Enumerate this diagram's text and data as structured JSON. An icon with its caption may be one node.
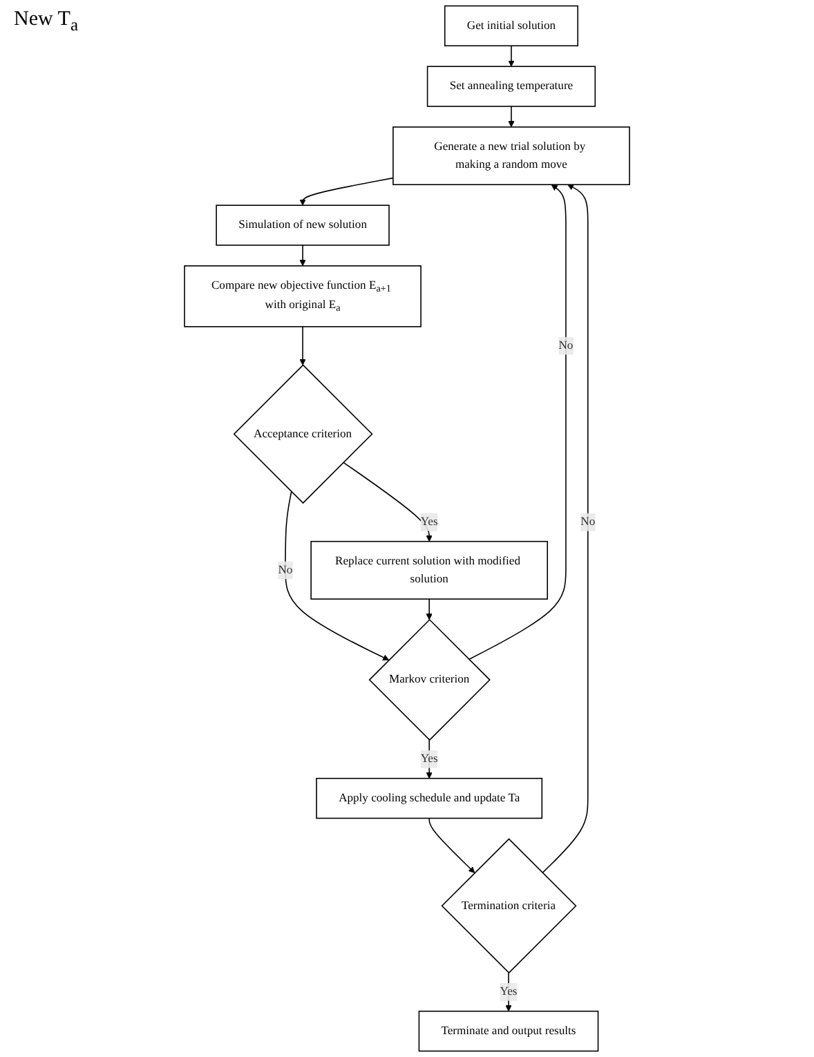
{
  "diagram": {
    "nodes": [
      {
        "text": [
          "Get initial solution"
        ]
      },
      {
        "text": [
          "Set annealing temperature"
        ]
      },
      {
        "text": [
          "Generate a new trial solution by making a random move"
        ]
      },
      {
        "text": [
          "Simulation of new solution"
        ]
      },
      {
        "text": [
          "Compare new objective function E$_{a+1}$ with original E$_{a}$"
        ]
      },
      {
        "text": [
          "Acceptance criterion"
        ]
      },
      {
        "text": [
          "Replace current solution with modified solution"
        ]
      },
      {
        "text": [
          "Markov criterion"
        ]
      },
      {
        "text": [
          "Apply cooling schedule and update Ta"
        ]
      },
      {
        "text": [
          "Termination criteria"
        ]
      },
      {
        "text": [
          "Terminate and output results"
        ]
      }
    ],
    "edges": [
      {
        "from": 0,
        "to": 1,
        "arrow": "to"
      },
      {
        "from": 1,
        "to": 2,
        "arrow": "to"
      },
      {
        "from": 2,
        "to": 3,
        "arrow": "to"
      },
      {
        "from": 3,
        "to": 4,
        "arrow": "to"
      },
      {
        "from": 4,
        "to": 5,
        "arrow": "to"
      },
      {
        "from": 5,
        "to": 6,
        "label": "Yes",
        "arrow": "to"
      },
      {
        "from": 5,
        "to": 7,
        "label": "No",
        "arrow": "to"
      },
      {
        "from": 6,
        "to": 7,
        "arrow": "to"
      },
      {
        "from": 7,
        "to": 8,
        "label": "Yes",
        "arrow": "to"
      },
      {
        "from": 7,
        "to": 2,
        "label": "No",
        "arrow": "to"
      },
      {
        "from": 8,
        "to": 9,
        "arrow": "to"
      },
      {
        "from": 9,
        "to": 10,
        "label": "Yes",
        "arrow": "to"
      },
      {
        "from": 9,
        "to": 2,
        "label": "No",
        "arrow": "to"
      }
    ],
    "labels": [
      "New T$_{a}$"
    ]
  }
}
